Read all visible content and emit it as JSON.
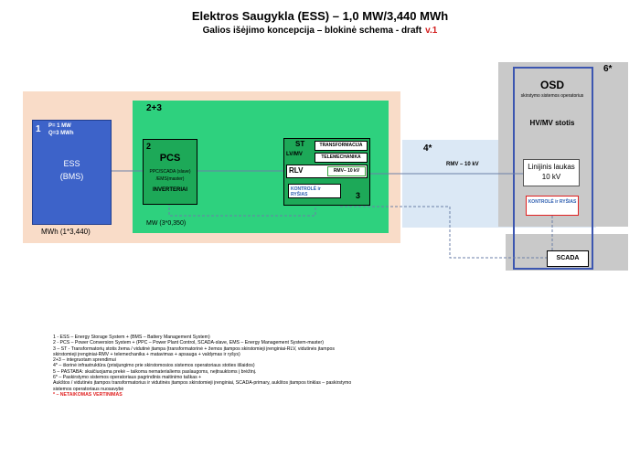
{
  "title": "Elektros Saugykla (ESS) – 1,0 MW/3,440 MWh",
  "subtitle": "Galios išėjimo koncepcija – blokinė schema - draft",
  "version": "v.1",
  "zones": {
    "z1": "1",
    "z23": "2+3",
    "z4": "4*",
    "z6": "6*"
  },
  "ess": {
    "number": "1",
    "p": "P= 1 MW",
    "q": "Q=3 MWh",
    "name": "ESS",
    "sub": "(BMS)",
    "mwh": "MWh (1*3,440)"
  },
  "pcs": {
    "number": "2",
    "name": "PCS",
    "line1": "PPC/SCADA (slave)",
    "line2": "/EMS(master)",
    "line3": "INVERTERIAI",
    "mw": "MW (3*0,350)"
  },
  "st": {
    "st": "ST",
    "lvmv": "LV/MV",
    "transform": "TRANSFORMACIJA",
    "telemech": "TELEMECHANIKA",
    "rlv": "RLV",
    "rmv": "RMV– 10 kV",
    "kontrole": "KONTROLĖ ir RYŠIAS",
    "number": "3"
  },
  "link": {
    "rmv_label": "RMV – 10 kV"
  },
  "osd": {
    "name": "OSD",
    "sub": "skirstymo sistemos operatorius",
    "station": "HV/MV stotis",
    "linijinis": "Linijinis laukas",
    "linijinis_kv": "10 kV",
    "kontrole": "KONTROLĖ ir RYŠIAS",
    "scada": "SCADA"
  },
  "legend": [
    "1 - ESS – Energy Storage System + (BMS – Battery Management System)",
    "2 - PCS – Power Conversion System + (PPC – Power Plant Control, SCADA-slave, EMS – Energy Management System-master)",
    "3 – ST - Transformatorių stotis žema / vidutinė įtampa (transformatorinė + žemos įtampos skirstomieji įrenginiai-RLV, vidutinės įtampos skirstomieji įrenginiai-RMV + telemechanika + matavimas + apsauga + valdymas ir ryšys)",
    "2+3 – integruotam sprendimui",
    "4* – išorinė infrastruktūra (prisijungimo prie skirstomosios sistemos operatoriaus stoties išlaidos)",
    "5 – PASTABA: skaičiuojama prekė – taikoma nematerialiems paslaugoms, neįtrauktoms į brėžinį.",
    "6* – Paskirstymo sistemos operatoriaus pagrindinis maitinimo taškas +",
    "Aukštos / vidutinės įtampos transformatorius ir vidutinės įtampos skirstomieji įrenginiai, SCADA-primary, aukštos įtampos tinklas – paskirstymo sistemos operatoriaus nuosavybė"
  ],
  "legend_note": "* – NETAIKOMAS VERTINIMAS",
  "colors": {
    "peach": "#f9dcc8",
    "green_zone": "#2ed17e",
    "green_box": "#1da958",
    "ess_blue": "#3d63c9",
    "light_blue": "#dbe8f5",
    "gray": "#c9c9c9",
    "frame_blue": "#3c56b0",
    "red": "#e02020"
  }
}
